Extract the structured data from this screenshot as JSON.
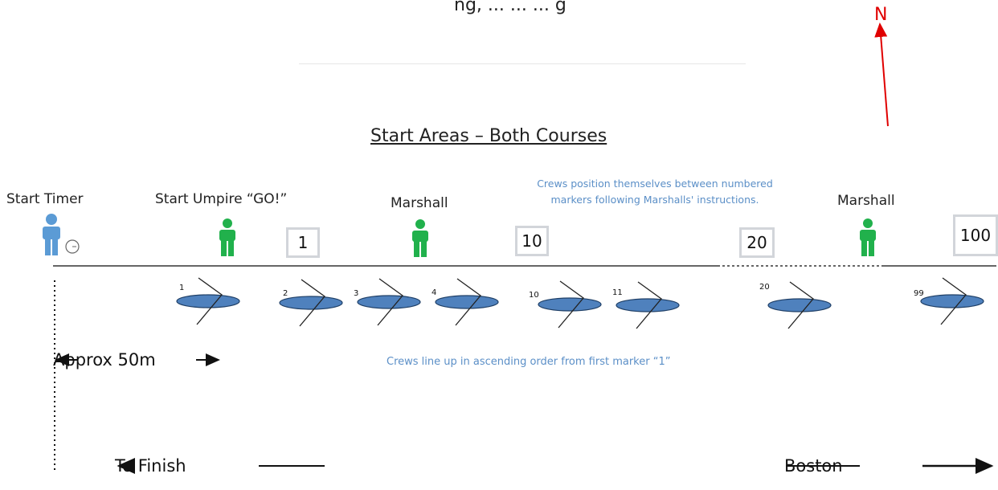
{
  "header_partial_text": "ng, ... ... ... g",
  "north_label": "N",
  "title": "Start Areas – Both Courses",
  "labels": {
    "start_timer": "Start Timer",
    "start_umpire": "Start Umpire “GO!”",
    "marshall_1": "Marshall",
    "marshall_2": "Marshall"
  },
  "notes": {
    "crews_position_line1": "Crews position themselves between numbered",
    "crews_position_line2": "markers following Marshalls' instructions.",
    "line_up": "Crews line up in ascending order from first marker “1”"
  },
  "markers": [
    "1",
    "10",
    "20",
    "100"
  ],
  "crew_numbers": [
    "1",
    "2",
    "3",
    "4",
    "10",
    "11",
    "20",
    "99"
  ],
  "distance_label": "Approx 50m",
  "to_finish": "To Finish",
  "boston": "Boston",
  "colors": {
    "start_timer_figure": "#5b9bd5",
    "umpire_figure": "#21b14c",
    "boat_fill": "#4f81bd",
    "note_text": "#5b8fc7",
    "north_arrow": "#e00000"
  }
}
